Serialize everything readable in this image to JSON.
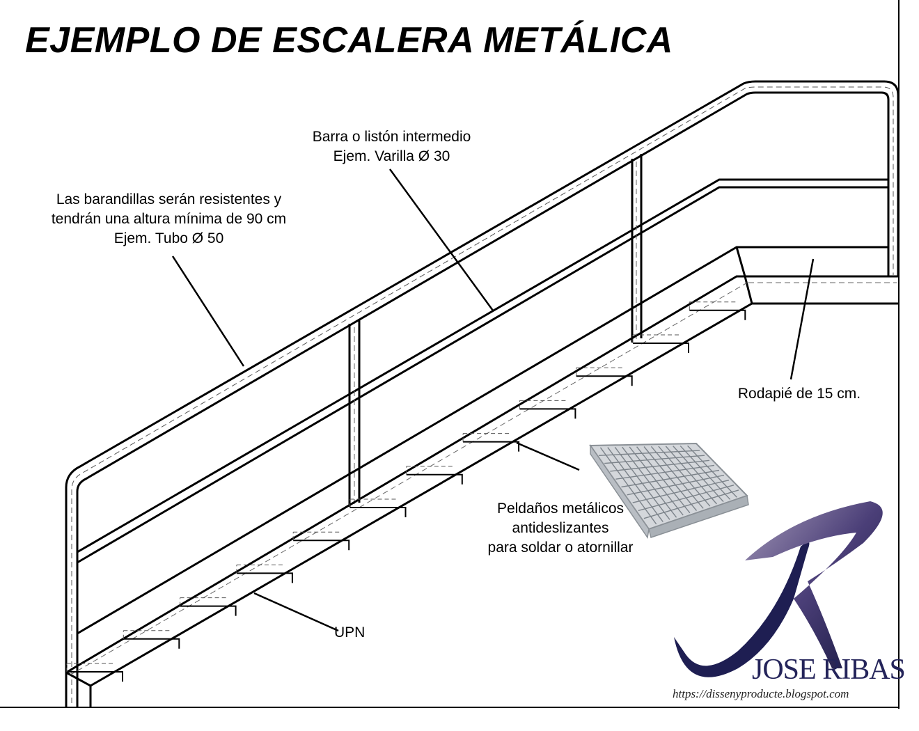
{
  "title": "EJEMPLO DE ESCALERA METÁLICA",
  "labels": {
    "barra": [
      "Barra o listón intermedio",
      "Ejem. Varilla Ø 30"
    ],
    "barandillas": [
      "Las barandillas serán resistentes y",
      "tendrán una altura mínima de 90 cm",
      "Ejem. Tubo Ø 50"
    ],
    "rodapie": "Rodapié de 15 cm.",
    "peldanos": [
      "Peldaños metálicos",
      "antideslizantes",
      "para soldar o atornillar"
    ],
    "upn": "UPN"
  },
  "logo": {
    "name": "JOSE RIBAS",
    "url": "https://dissenyproducte.blogspot.com"
  },
  "colors": {
    "line": "#000000",
    "logo_dark": "#1e1e52",
    "logo_purple": "#7a6a9a",
    "grating": "#9aa0a6"
  }
}
